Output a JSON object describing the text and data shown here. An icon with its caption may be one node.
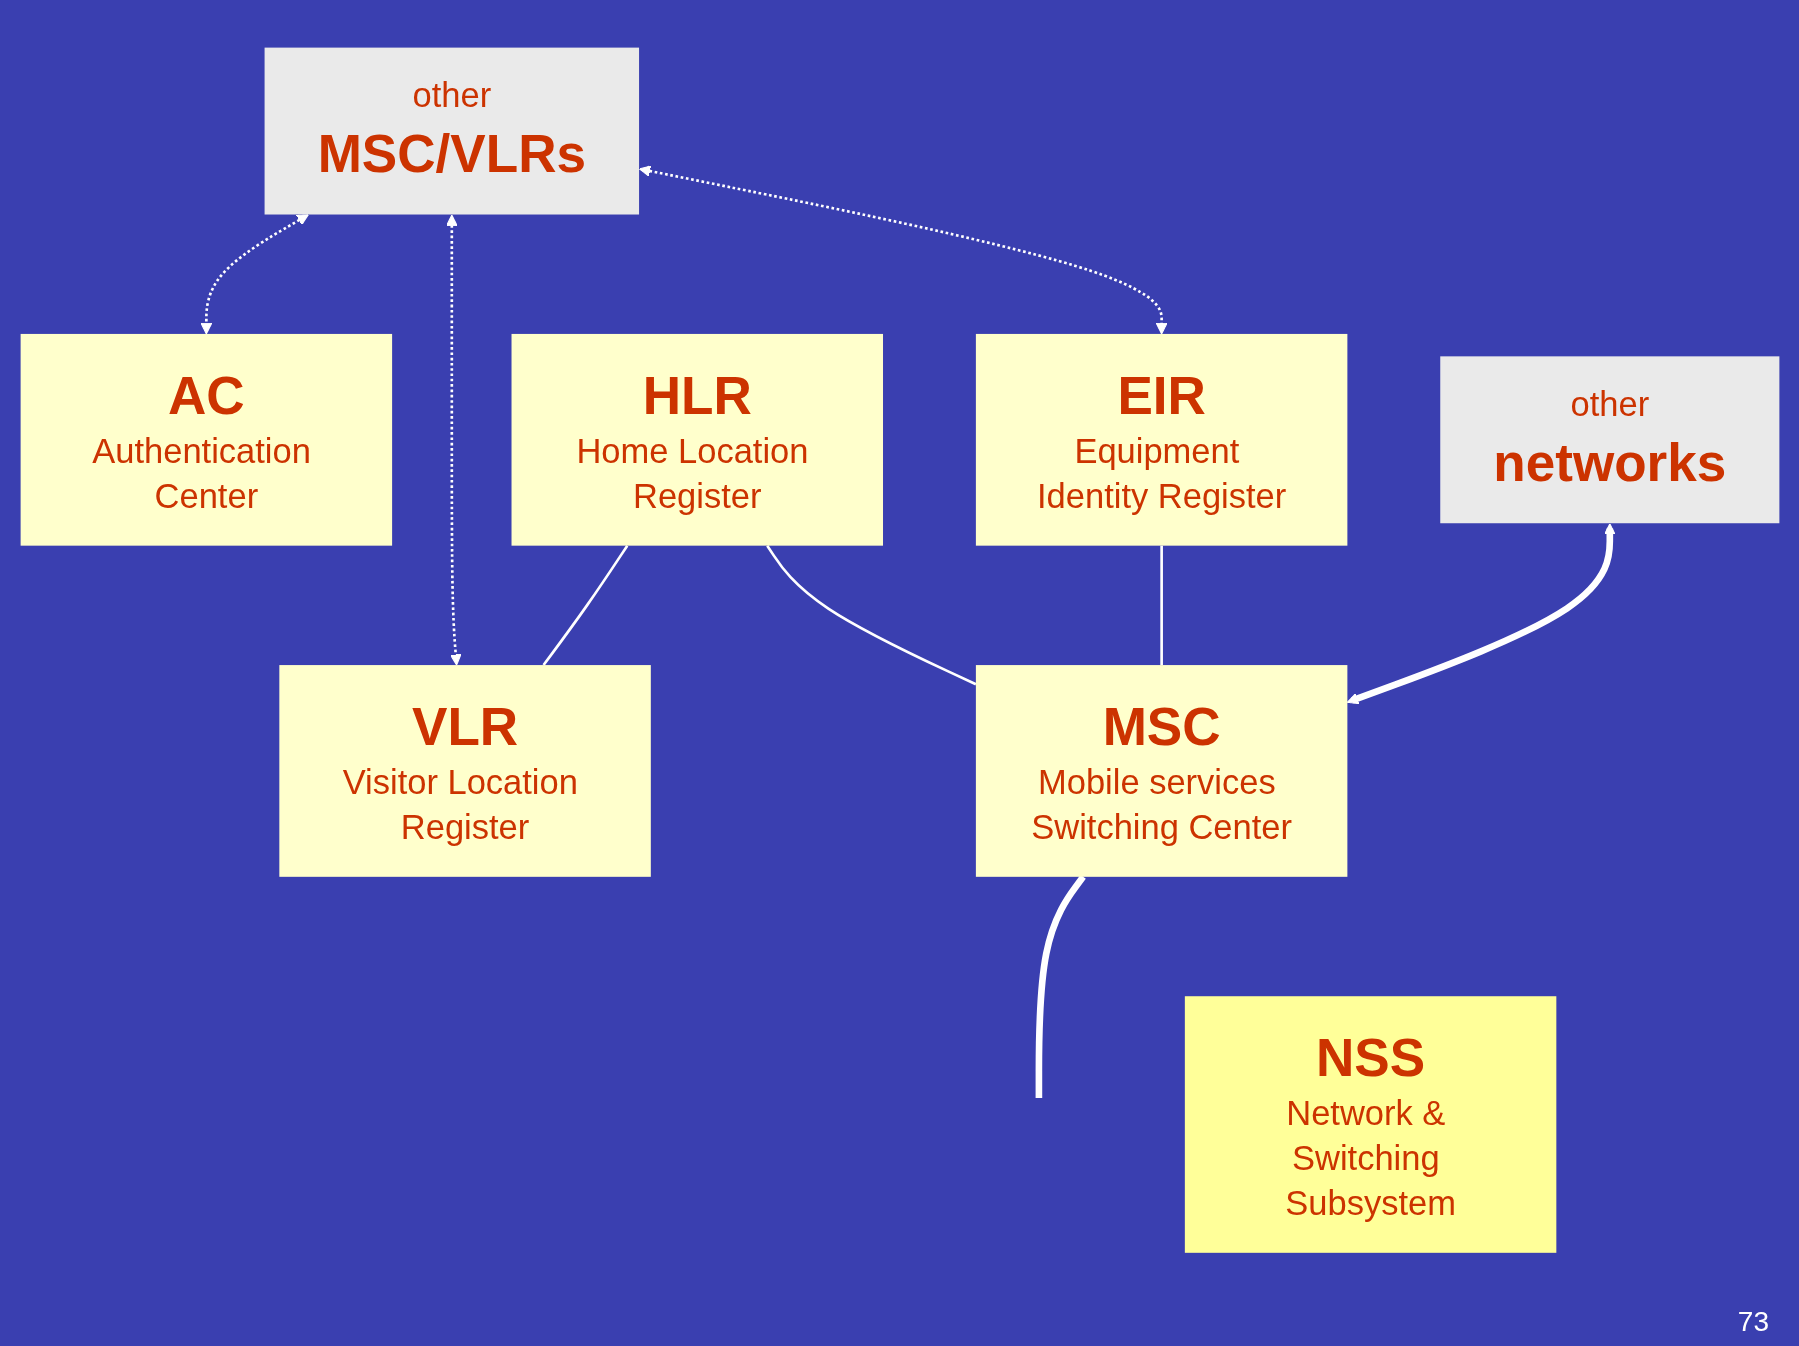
{
  "diagram": {
    "nodes": [
      {
        "text": [
          "other",
          "MSC/VLRs"
        ]
      },
      {
        "text": [
          "NSS",
          "Network & Switching Subsystem"
        ]
      },
      {
        "text": [
          "AC",
          "Authentication Center"
        ]
      },
      {
        "text": [
          "HLR",
          "Home Location Register"
        ]
      },
      {
        "text": [
          "EIR",
          "Equipment Identity Register"
        ]
      },
      {
        "text": [
          "VLR",
          "Visitor Location Register"
        ]
      },
      {
        "text": [
          "other",
          "networks"
        ]
      },
      {
        "text": [
          "MSC",
          "Mobile services Switching Center"
        ]
      }
    ],
    "edges": [
      {
        "from": 2,
        "to": 0,
        "arrow": "both",
        "style": "dashed"
      },
      {
        "from": 4,
        "to": 0,
        "arrow": "both",
        "style": "dashed"
      },
      {
        "from": 5,
        "to": 0,
        "arrow": "both",
        "style": "dashed"
      },
      {
        "from": 3,
        "to": 5,
        "arrow": "none"
      },
      {
        "from": 3,
        "to": 7,
        "arrow": "none"
      },
      {
        "from": 4,
        "to": 7,
        "arrow": "none"
      },
      {
        "from": 7,
        "to": null,
        "arrow": "none",
        "style": "thick"
      },
      {
        "from": 7,
        "to": 6,
        "arrow": "both",
        "style": "thick"
      }
    ],
    "labels": [
      "73"
    ]
  }
}
